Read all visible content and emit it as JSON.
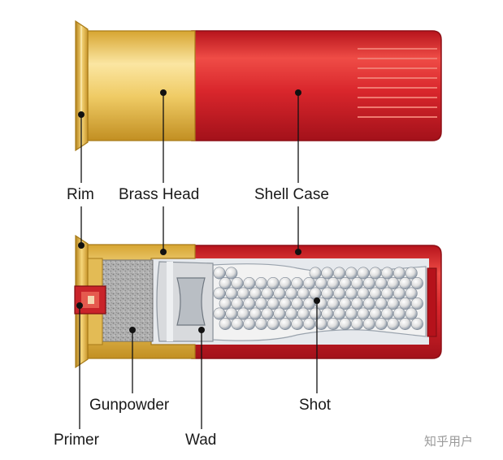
{
  "labels": {
    "rim": "Rim",
    "brass_head": "Brass Head",
    "shell_case": "Shell Case",
    "primer": "Primer",
    "gunpowder": "Gunpowder",
    "wad": "Wad",
    "shot": "Shot"
  },
  "watermark": "知乎用户",
  "colors": {
    "red": "#d9262c",
    "red_dark": "#a8121a",
    "red_light": "#ee5a52",
    "brass": "#ecc860",
    "brass_light": "#fbe7a8",
    "brass_dark": "#b58418",
    "powder": "#a9a9a9",
    "wad": "#dcdcdc",
    "shot": "#eeeeee"
  }
}
